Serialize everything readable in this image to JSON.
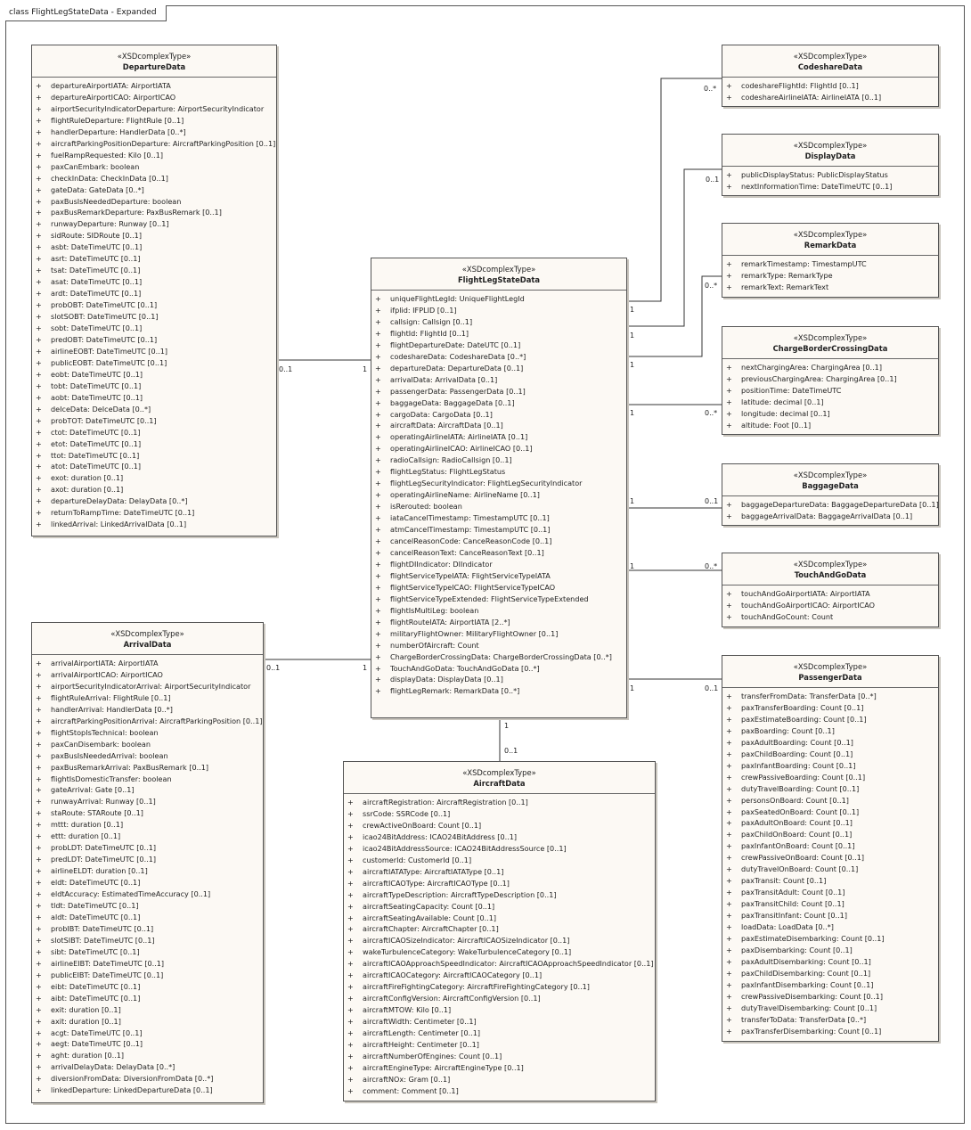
{
  "frame": {
    "title": "class FlightLegStateData - Expanded"
  },
  "stereotype": "«XSDcomplexType»",
  "visibility": "+",
  "classes": {
    "departure": {
      "name": "DepartureData",
      "attributes": [
        "departureAirportIATA: AirportIATA",
        "departureAirportICAO: AirportICAO",
        "airportSecurityIndicatorDeparture: AirportSecurityIndicator",
        "flightRuleDeparture: FlightRule [0..1]",
        "handlerDeparture: HandlerData [0..*]",
        "aircraftParkingPositionDeparture: AircraftParkingPosition [0..1]",
        "fuelRampRequested: Kilo [0..1]",
        "paxCanEmbark: boolean",
        "checkInData: CheckInData [0..1]",
        "gateData: GateData [0..*]",
        "paxBusIsNeededDeparture: boolean",
        "paxBusRemarkDeparture: PaxBusRemark [0..1]",
        "runwayDeparture: Runway [0..1]",
        "sidRoute: SIDRoute [0..1]",
        "asbt: DateTimeUTC [0..1]",
        "asrt: DateTimeUTC [0..1]",
        "tsat: DateTimeUTC [0..1]",
        "asat: DateTimeUTC [0..1]",
        "ardt: DateTimeUTC [0..1]",
        "probOBT: DateTimeUTC [0..1]",
        "slotSOBT: DateTimeUTC [0..1]",
        "sobt: DateTimeUTC [0..1]",
        "predOBT: DateTimeUTC [0..1]",
        "airlineEOBT: DateTimeUTC [0..1]",
        "publicEOBT: DateTimeUTC [0..1]",
        "eobt: DateTimeUTC [0..1]",
        "tobt: DateTimeUTC [0..1]",
        "aobt: DateTimeUTC [0..1]",
        "deIceData: DeIceData [0..*]",
        "probTOT: DateTimeUTC [0..1]",
        "ctot: DateTimeUTC [0..1]",
        "etot: DateTimeUTC [0..1]",
        "ttot: DateTimeUTC [0..1]",
        "atot: DateTimeUTC [0..1]",
        "exot: duration [0..1]",
        "axot: duration [0..1]",
        "departureDelayData: DelayData [0..*]",
        "returnToRampTime: DateTimeUTC [0..1]",
        "linkedArrival: LinkedArrivalData [0..1]"
      ]
    },
    "arrival": {
      "name": "ArrivalData",
      "attributes": [
        "arrivalAirportIATA: AirportIATA",
        "arrivalAirportICAO: AirportICAO",
        "airportSecurityIndicatorArrival: AirportSecurityIndicator",
        "flightRuleArrival: FlightRule [0..1]",
        "handlerArrival: HandlerData [0..*]",
        "aircraftParkingPositionArrival: AircraftParkingPosition [0..1]",
        "flightStopIsTechnical: boolean",
        "paxCanDisembark: boolean",
        "paxBusIsNeededArrival: boolean",
        "paxBusRemarkArrival: PaxBusRemark [0..1]",
        "flightIsDomesticTransfer: boolean",
        "gateArrival: Gate [0..1]",
        "runwayArrival: Runway [0..1]",
        "staRoute: STARoute [0..1]",
        "mttt: duration [0..1]",
        "ettt: duration [0..1]",
        "probLDT: DateTimeUTC [0..1]",
        "predLDT: DateTimeUTC [0..1]",
        "airlineELDT: duration [0..1]",
        "eldt: DateTimeUTC [0..1]",
        "eldtAccuracy: EstimatedTimeAccuracy [0..1]",
        "tldt: DateTimeUTC [0..1]",
        "aldt: DateTimeUTC [0..1]",
        "probIBT: DateTimeUTC [0..1]",
        "slotSIBT: DateTimeUTC [0..1]",
        "sibt: DateTimeUTC [0..1]",
        "airlineEIBT: DateTimeUTC [0..1]",
        "publicEIBT: DateTimeUTC [0..1]",
        "eibt: DateTimeUTC [0..1]",
        "aibt: DateTimeUTC [0..1]",
        "exit: duration [0..1]",
        "axit: duration [0..1]",
        "acgt: DateTimeUTC [0..1]",
        "aegt: DateTimeUTC [0..1]",
        "aght: duration [0..1]",
        "arrivalDelayData: DelayData [0..*]",
        "diversionFromData: DiversionFromData [0..*]",
        "linkedDeparture: LinkedDepartureData [0..1]"
      ]
    },
    "flightleg": {
      "name": "FlightLegStateData",
      "attributes": [
        "uniqueFlightLegId: UniqueFlightLegId",
        "ifplid: IFPLID [0..1]",
        "callsign: Callsign [0..1]",
        "flightId: FlightId [0..1]",
        "flightDepartureDate: DateUTC [0..1]",
        "codeshareData: CodeshareData [0..*]",
        "departureData: DepartureData [0..1]",
        "arrivalData: ArrivalData [0..1]",
        "passengerData: PassengerData [0..1]",
        "baggageData: BaggageData [0..1]",
        "cargoData: CargoData [0..1]",
        "aircraftData: AircraftData [0..1]",
        "operatingAirlineIATA: AirlineIATA [0..1]",
        "operatingAirlineICAO: AirlineICAO [0..1]",
        "radioCallsign: RadioCallsign [0..1]",
        "flightLegStatus: FlightLegStatus",
        "flightLegSecurityIndicator: FlightLegSecurityIndicator",
        "operatingAirlineName: AirlineName [0..1]",
        "isRerouted: boolean",
        "iataCancelTimestamp: TimestampUTC [0..1]",
        "atmCancelTimestamp: TimestampUTC [0..1]",
        "cancelReasonCode: CanceReasonCode [0..1]",
        "cancelReasonText: CanceReasonText [0..1]",
        "flightDIIndicator: DIIndicator",
        "flightServiceTypeIATA: FlightServiceTypeIATA",
        "flightServiceTypeICAO: FlightServiceTypeICAO",
        "flightServiceTypeExtended: FlightServiceTypeExtended",
        "flightIsMultiLeg: boolean",
        "flightRouteIATA: AirportIATA [2..*]",
        "militaryFlightOwner: MilitaryFlightOwner [0..1]",
        "numberOfAircraft: Count",
        "ChargeBorderCrossingData: ChargeBorderCrossingData [0..*]",
        "TouchAndGoData: TouchAndGoData [0..*]",
        "displayData: DisplayData [0..1]",
        "flightLegRemark: RemarkData [0..*]"
      ]
    },
    "aircraft": {
      "name": "AircraftData",
      "attributes": [
        "aircraftRegistration: AircraftRegistration [0..1]",
        "ssrCode: SSRCode [0..1]",
        "crewActiveOnBoard: Count [0..1]",
        "icao24BitAddress: ICAO24BitAddress [0..1]",
        "icao24BitAddressSource: ICAO24BitAddressSource [0..1]",
        "customerId: CustomerId [0..1]",
        "aircraftIATAType: AircraftIATAType [0..1]",
        "aircraftICAOType: AircraftICAOType [0..1]",
        "aircraftTypeDescription: AircraftTypeDescription [0..1]",
        "aircraftSeatingCapacity: Count [0..1]",
        "aircraftSeatingAvailable: Count [0..1]",
        "aircraftChapter: AircraftChapter [0..1]",
        "aircraftICAOSizeIndicator: AircraftICAOSizeIndicator [0..1]",
        "wakeTurbulenceCategory: WakeTurbulenceCategory [0..1]",
        "aircraftICAOApproachSpeedIndicator: AircraftICAOApproachSpeedIndicator [0..1]",
        "aircraftICAOCategory: AircraftICAOCategory [0..1]",
        "aircraftFireFightingCategory: AircraftFireFightingCategory [0..1]",
        "aircraftConfigVersion: AircraftConfigVersion [0..1]",
        "aircraftMTOW: Kilo [0..1]",
        "aircraftWidth: Centimeter [0..1]",
        "aircraftLength: Centimeter [0..1]",
        "aircraftHeight: Centimeter [0..1]",
        "aircraftNumberOfEngines: Count [0..1]",
        "aircraftEngineType: AircraftEngineType [0..1]",
        "aircraftNOx: Gram [0..1]",
        "comment: Comment [0..1]"
      ]
    },
    "codeshare": {
      "name": "CodeshareData",
      "attributes": [
        "codeshareFlightId: FlightId [0..1]",
        "codeshareAirlineIATA: AirlineIATA [0..1]"
      ]
    },
    "display": {
      "name": "DisplayData",
      "attributes": [
        "publicDisplayStatus: PublicDisplayStatus",
        "nextInformationTime: DateTimeUTC [0..1]"
      ]
    },
    "remark": {
      "name": "RemarkData",
      "attributes": [
        "remarkTimestamp: TimestampUTC",
        "remarkType: RemarkType",
        "remarkText: RemarkText"
      ]
    },
    "charge": {
      "name": "ChargeBorderCrossingData",
      "attributes": [
        "nextChargingArea: ChargingArea [0..1]",
        "previousChargingArea: ChargingArea [0..1]",
        "positionTime: DateTimeUTC",
        "latitude: decimal [0..1]",
        "longitude: decimal [0..1]",
        "altitude: Foot [0..1]"
      ]
    },
    "baggage": {
      "name": "BaggageData",
      "attributes": [
        "baggageDepartureData: BaggageDepartureData [0..1]",
        "baggageArrivalData: BaggageArrivalData [0..1]"
      ]
    },
    "touch": {
      "name": "TouchAndGoData",
      "attributes": [
        "touchAndGoAirportIATA: AirportIATA",
        "touchAndGoAirportICAO: AirportICAO",
        "touchAndGoCount: Count"
      ]
    },
    "passenger": {
      "name": "PassengerData",
      "attributes": [
        "transferFromData: TransferData [0..*]",
        "paxTransferBoarding: Count [0..1]",
        "paxEstimateBoarding: Count [0..1]",
        "paxBoarding: Count [0..1]",
        "paxAdultBoarding: Count [0..1]",
        "paxChildBoarding: Count [0..1]",
        "paxInfantBoarding: Count [0..1]",
        "crewPassiveBoarding: Count [0..1]",
        "dutyTravelBoarding: Count [0..1]",
        "personsOnBoard: Count [0..1]",
        "paxSeatedOnBoard: Count [0..1]",
        "paxAdultOnBoard: Count [0..1]",
        "paxChildOnBoard: Count [0..1]",
        "paxInfantOnBoard: Count [0..1]",
        "crewPassiveOnBoard: Count [0..1]",
        "dutyTravelOnBoard: Count [0..1]",
        "paxTransit: Count [0..1]",
        "paxTransitAdult: Count [0..1]",
        "paxTransitChild: Count [0..1]",
        "paxTransitInfant: Count [0..1]",
        "loadData: LoadData [0..*]",
        "paxEstimateDisembarking: Count [0..1]",
        "paxDisembarking: Count [0..1]",
        "paxAdultDisembarking: Count [0..1]",
        "paxChildDisembarking: Count [0..1]",
        "paxInfantDisembarking: Count [0..1]",
        "crewPassiveDisembarking: Count [0..1]",
        "dutyTravelDisembarking: Count [0..1]",
        "transferToData: TransferData [0..*]",
        "paxTransferDisembarking: Count [0..1]"
      ]
    }
  },
  "associations": [
    {
      "id": "departure",
      "near": "1",
      "far": "0..1"
    },
    {
      "id": "arrival",
      "near": "1",
      "far": "0..1"
    },
    {
      "id": "aircraft",
      "near": "1",
      "far": "0..1"
    },
    {
      "id": "codeshare",
      "near": "1",
      "far": "0..*"
    },
    {
      "id": "display",
      "near": "1",
      "far": "0..1"
    },
    {
      "id": "remark",
      "near": "1",
      "far": "0..*"
    },
    {
      "id": "charge",
      "near": "1",
      "far": "0..*"
    },
    {
      "id": "baggage",
      "near": "1",
      "far": "0..1"
    },
    {
      "id": "touch",
      "near": "1",
      "far": "0..*"
    },
    {
      "id": "passenger",
      "near": "1",
      "far": "0..1"
    }
  ]
}
